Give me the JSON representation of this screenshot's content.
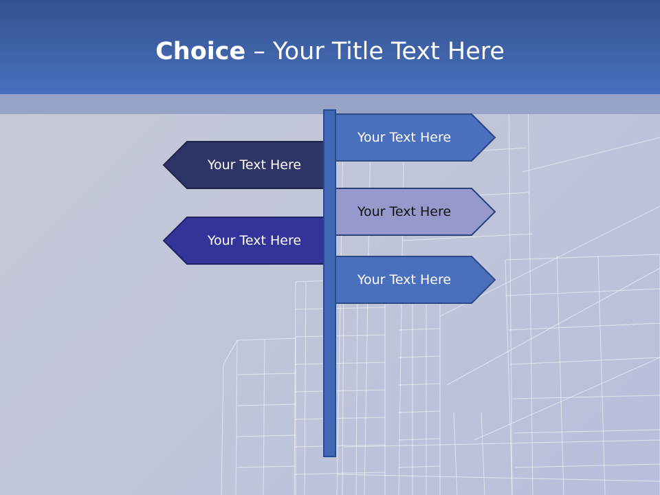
{
  "title": {
    "bold": "Choice",
    "separator": " – ",
    "rest": "Your Title Text Here"
  },
  "signs": {
    "left": [
      {
        "label": "Your Text Here",
        "color": "#2f3466"
      },
      {
        "label": "Your Text Here",
        "color": "#333399"
      }
    ],
    "right": [
      {
        "label": "Your Text Here",
        "color": "#4a70bd"
      },
      {
        "label": "Your Text Here",
        "color": "#9599cc"
      },
      {
        "label": "Your Text Here",
        "color": "#4a70bd"
      }
    ]
  },
  "colors": {
    "header": "#4068b4",
    "band": "#98a3c8",
    "pole": "#4068b4",
    "background": "#c4c8d8"
  }
}
